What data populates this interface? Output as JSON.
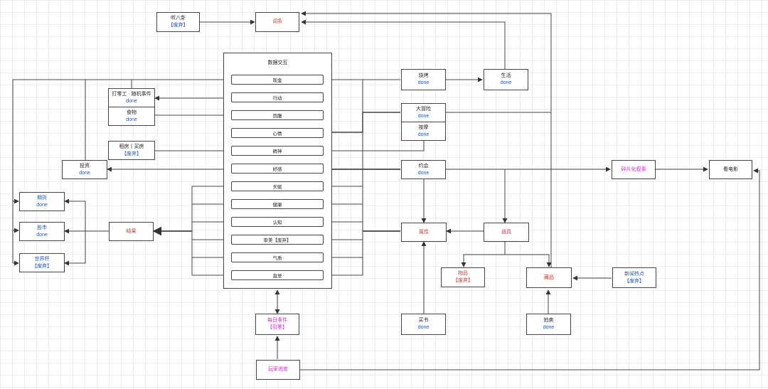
{
  "module": {
    "title": "数据交互",
    "items": [
      "现金",
      "行动",
      "饱腹",
      "心情",
      "精神",
      "好感",
      "天赋",
      "健康",
      "认知",
      "审美【废弃】",
      "气质",
      "直觉"
    ]
  },
  "nodes": {
    "gossip": {
      "line1": "听八卦",
      "line2": "【废弃】"
    },
    "wordbank": {
      "line1": "词条"
    },
    "chat": {
      "line1": "烧烤",
      "line2": "done"
    },
    "life": {
      "line1": "生活",
      "line2": "done"
    },
    "parttime": {
      "line1": "打零工 · 随机事件",
      "line2": "done"
    },
    "food": {
      "line1": "食物",
      "line2": "done"
    },
    "rent": {
      "line1": "租房丨买房",
      "line2": "【废弃】"
    },
    "invest": {
      "line1": "投资",
      "line2": "done"
    },
    "adventure": {
      "line1": "大冒险",
      "line2": "done"
    },
    "comfort": {
      "line1": "按摩",
      "line2": "done"
    },
    "date": {
      "line1": "约会",
      "line2": "done"
    },
    "fragment": {
      "line1": "碎片化叙事"
    },
    "movie": {
      "line1": "看电影"
    },
    "futures": {
      "line1": "期货",
      "line2": "done"
    },
    "stock": {
      "line1": "股市",
      "line2": "done"
    },
    "worldcup": {
      "line1": "世界杯",
      "line2": "【废弃】"
    },
    "settlement": {
      "line1": "结果"
    },
    "attribute": {
      "line1": "属性"
    },
    "prop": {
      "line1": "道具"
    },
    "goods": {
      "line1": "物品",
      "line2": "【废弃】"
    },
    "collectible": {
      "line1": "藏品"
    },
    "news": {
      "line1": "新闻热点",
      "line2": "【废弃】"
    },
    "daily": {
      "line1": "每日事件",
      "line2": "【引擎】"
    },
    "buybook": {
      "line1": "买书",
      "line2": "done"
    },
    "auction": {
      "line1": "拍卖",
      "line2": "done"
    },
    "progress": {
      "line1": "玩家进度"
    }
  }
}
